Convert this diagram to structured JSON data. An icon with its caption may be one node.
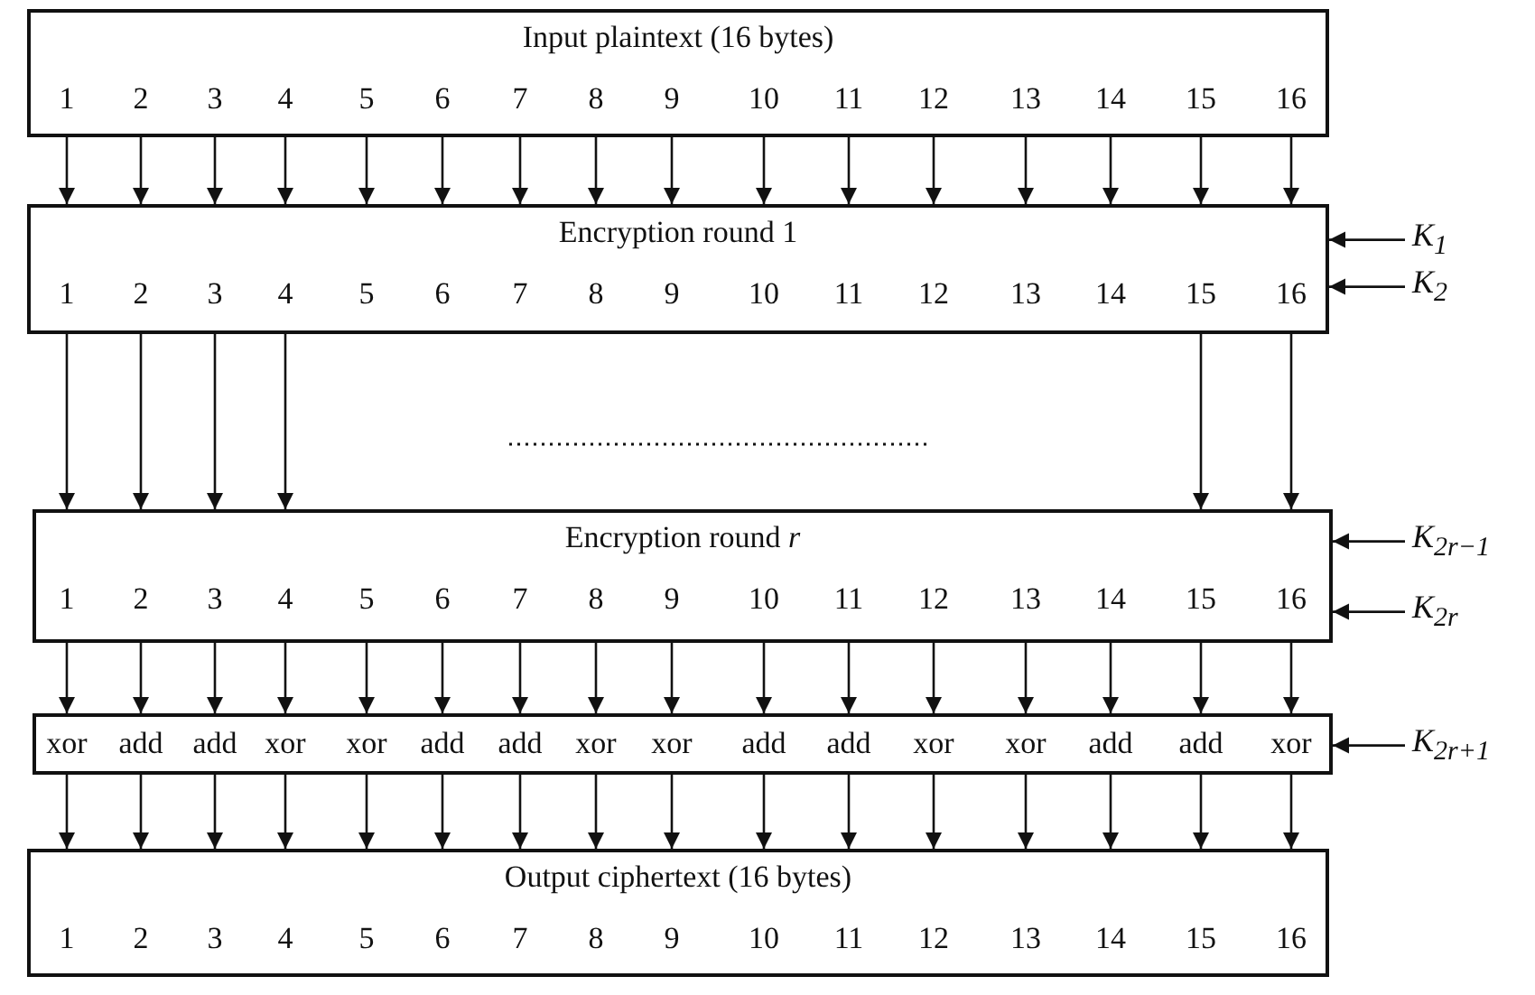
{
  "diagram": {
    "nodes": [
      {
        "text": [
          "Input plaintext (16 bytes)"
        ]
      },
      {
        "text": [
          "1"
        ],
        "in": 0
      },
      {
        "text": [
          "2"
        ],
        "in": 0
      },
      {
        "text": [
          "3"
        ],
        "in": 0
      },
      {
        "text": [
          "4"
        ],
        "in": 0
      },
      {
        "text": [
          "5"
        ],
        "in": 0
      },
      {
        "text": [
          "6"
        ],
        "in": 0
      },
      {
        "text": [
          "7"
        ],
        "in": 0
      },
      {
        "text": [
          "8"
        ],
        "in": 0
      },
      {
        "text": [
          "9"
        ],
        "in": 0
      },
      {
        "text": [
          "10"
        ],
        "in": 0
      },
      {
        "text": [
          "11"
        ],
        "in": 0
      },
      {
        "text": [
          "12"
        ],
        "in": 0
      },
      {
        "text": [
          "13"
        ],
        "in": 0
      },
      {
        "text": [
          "14"
        ],
        "in": 0
      },
      {
        "text": [
          "15"
        ],
        "in": 0
      },
      {
        "text": [
          "16"
        ],
        "in": 0
      },
      {
        "text": [
          "Encryption round 1"
        ]
      },
      {
        "text": [
          "1"
        ],
        "in": 17
      },
      {
        "text": [
          "2"
        ],
        "in": 17
      },
      {
        "text": [
          "3"
        ],
        "in": 17
      },
      {
        "text": [
          "4"
        ],
        "in": 17
      },
      {
        "text": [
          "5"
        ],
        "in": 17
      },
      {
        "text": [
          "6"
        ],
        "in": 17
      },
      {
        "text": [
          "7"
        ],
        "in": 17
      },
      {
        "text": [
          "8"
        ],
        "in": 17
      },
      {
        "text": [
          "9"
        ],
        "in": 17
      },
      {
        "text": [
          "10"
        ],
        "in": 17
      },
      {
        "text": [
          "11"
        ],
        "in": 17
      },
      {
        "text": [
          "12"
        ],
        "in": 17
      },
      {
        "text": [
          "13"
        ],
        "in": 17
      },
      {
        "text": [
          "14"
        ],
        "in": 17
      },
      {
        "text": [
          "15"
        ],
        "in": 17
      },
      {
        "text": [
          "16"
        ],
        "in": 17
      },
      {
        "text": [
          "Encryption round *r*"
        ]
      },
      {
        "text": [
          "1"
        ],
        "in": 34
      },
      {
        "text": [
          "2"
        ],
        "in": 34
      },
      {
        "text": [
          "3"
        ],
        "in": 34
      },
      {
        "text": [
          "4"
        ],
        "in": 34
      },
      {
        "text": [
          "5"
        ],
        "in": 34
      },
      {
        "text": [
          "6"
        ],
        "in": 34
      },
      {
        "text": [
          "7"
        ],
        "in": 34
      },
      {
        "text": [
          "8"
        ],
        "in": 34
      },
      {
        "text": [
          "9"
        ],
        "in": 34
      },
      {
        "text": [
          "10"
        ],
        "in": 34
      },
      {
        "text": [
          "11"
        ],
        "in": 34
      },
      {
        "text": [
          "12"
        ],
        "in": 34
      },
      {
        "text": [
          "13"
        ],
        "in": 34
      },
      {
        "text": [
          "14"
        ],
        "in": 34
      },
      {
        "text": [
          "15"
        ],
        "in": 34
      },
      {
        "text": [
          "16"
        ],
        "in": 34
      },
      {
        "text": [],
        "shape": "box"
      },
      {
        "text": [
          "xor"
        ],
        "in": 51
      },
      {
        "text": [
          "add"
        ],
        "in": 51
      },
      {
        "text": [
          "add"
        ],
        "in": 51
      },
      {
        "text": [
          "xor"
        ],
        "in": 51
      },
      {
        "text": [
          "xor"
        ],
        "in": 51
      },
      {
        "text": [
          "add"
        ],
        "in": 51
      },
      {
        "text": [
          "add"
        ],
        "in": 51
      },
      {
        "text": [
          "xor"
        ],
        "in": 51
      },
      {
        "text": [
          "xor"
        ],
        "in": 51
      },
      {
        "text": [
          "add"
        ],
        "in": 51
      },
      {
        "text": [
          "add"
        ],
        "in": 51
      },
      {
        "text": [
          "xor"
        ],
        "in": 51
      },
      {
        "text": [
          "xor"
        ],
        "in": 51
      },
      {
        "text": [
          "add"
        ],
        "in": 51
      },
      {
        "text": [
          "add"
        ],
        "in": 51
      },
      {
        "text": [
          "xor"
        ],
        "in": 51
      },
      {
        "text": [
          "Output ciphertext (16 bytes)"
        ]
      },
      {
        "text": [
          "1"
        ],
        "in": 68
      },
      {
        "text": [
          "2"
        ],
        "in": 68
      },
      {
        "text": [
          "3"
        ],
        "in": 68
      },
      {
        "text": [
          "4"
        ],
        "in": 68
      },
      {
        "text": [
          "5"
        ],
        "in": 68
      },
      {
        "text": [
          "6"
        ],
        "in": 68
      },
      {
        "text": [
          "7"
        ],
        "in": 68
      },
      {
        "text": [
          "8"
        ],
        "in": 68
      },
      {
        "text": [
          "9"
        ],
        "in": 68
      },
      {
        "text": [
          "10"
        ],
        "in": 68
      },
      {
        "text": [
          "11"
        ],
        "in": 68
      },
      {
        "text": [
          "12"
        ],
        "in": 68
      },
      {
        "text": [
          "13"
        ],
        "in": 68
      },
      {
        "text": [
          "14"
        ],
        "in": 68
      },
      {
        "text": [
          "15"
        ],
        "in": 68
      },
      {
        "text": [
          "16"
        ],
        "in": 68
      },
      {
        "text": [
          "K$_{1}$"
        ]
      },
      {
        "text": [
          "K$_{2}$"
        ]
      },
      {
        "text": [
          "K$_{2r−1}$"
        ]
      },
      {
        "text": [
          "K$_{2r}$"
        ]
      },
      {
        "text": [
          "K$_{2r+1}$"
        ]
      }
    ],
    "edges": [
      {
        "from": 1,
        "to": 18,
        "arrow": "to"
      },
      {
        "from": 2,
        "to": 19,
        "arrow": "to"
      },
      {
        "from": 3,
        "to": 20,
        "arrow": "to"
      },
      {
        "from": 4,
        "to": 21,
        "arrow": "to"
      },
      {
        "from": 5,
        "to": 22,
        "arrow": "to"
      },
      {
        "from": 6,
        "to": 23,
        "arrow": "to"
      },
      {
        "from": 7,
        "to": 24,
        "arrow": "to"
      },
      {
        "from": 8,
        "to": 25,
        "arrow": "to"
      },
      {
        "from": 9,
        "to": 26,
        "arrow": "to"
      },
      {
        "from": 10,
        "to": 27,
        "arrow": "to"
      },
      {
        "from": 11,
        "to": 28,
        "arrow": "to"
      },
      {
        "from": 12,
        "to": 29,
        "arrow": "to"
      },
      {
        "from": 13,
        "to": 30,
        "arrow": "to"
      },
      {
        "from": 14,
        "to": 31,
        "arrow": "to"
      },
      {
        "from": 15,
        "to": 32,
        "arrow": "to"
      },
      {
        "from": 16,
        "to": 33,
        "arrow": "to"
      },
      {
        "from": 18,
        "to": 35,
        "arrow": "to"
      },
      {
        "from": 19,
        "to": 36,
        "arrow": "to"
      },
      {
        "from": 20,
        "to": 37,
        "arrow": "to"
      },
      {
        "from": 21,
        "to": 38,
        "arrow": "to"
      },
      {
        "from": 32,
        "to": 49,
        "arrow": "to"
      },
      {
        "from": 33,
        "to": 50,
        "arrow": "to"
      },
      {
        "from": 35,
        "to": 52,
        "arrow": "to"
      },
      {
        "from": 36,
        "to": 53,
        "arrow": "to"
      },
      {
        "from": 37,
        "to": 54,
        "arrow": "to"
      },
      {
        "from": 38,
        "to": 55,
        "arrow": "to"
      },
      {
        "from": 39,
        "to": 56,
        "arrow": "to"
      },
      {
        "from": 40,
        "to": 57,
        "arrow": "to"
      },
      {
        "from": 41,
        "to": 58,
        "arrow": "to"
      },
      {
        "from": 42,
        "to": 59,
        "arrow": "to"
      },
      {
        "from": 43,
        "to": 60,
        "arrow": "to"
      },
      {
        "from": 44,
        "to": 61,
        "arrow": "to"
      },
      {
        "from": 45,
        "to": 62,
        "arrow": "to"
      },
      {
        "from": 46,
        "to": 63,
        "arrow": "to"
      },
      {
        "from": 47,
        "to": 64,
        "arrow": "to"
      },
      {
        "from": 48,
        "to": 65,
        "arrow": "to"
      },
      {
        "from": 49,
        "to": 66,
        "arrow": "to"
      },
      {
        "from": 50,
        "to": 67,
        "arrow": "to"
      },
      {
        "from": 52,
        "to": 69,
        "arrow": "to"
      },
      {
        "from": 53,
        "to": 70,
        "arrow": "to"
      },
      {
        "from": 54,
        "to": 71,
        "arrow": "to"
      },
      {
        "from": 55,
        "to": 72,
        "arrow": "to"
      },
      {
        "from": 56,
        "to": 73,
        "arrow": "to"
      },
      {
        "from": 57,
        "to": 74,
        "arrow": "to"
      },
      {
        "from": 58,
        "to": 75,
        "arrow": "to"
      },
      {
        "from": 59,
        "to": 76,
        "arrow": "to"
      },
      {
        "from": 60,
        "to": 77,
        "arrow": "to"
      },
      {
        "from": 61,
        "to": 78,
        "arrow": "to"
      },
      {
        "from": 62,
        "to": 79,
        "arrow": "to"
      },
      {
        "from": 63,
        "to": 80,
        "arrow": "to"
      },
      {
        "from": 64,
        "to": 81,
        "arrow": "to"
      },
      {
        "from": 65,
        "to": 82,
        "arrow": "to"
      },
      {
        "from": 66,
        "to": 83,
        "arrow": "to"
      },
      {
        "from": 67,
        "to": 84,
        "arrow": "to"
      },
      {
        "from": 85,
        "to": 17,
        "arrow": "to"
      },
      {
        "from": 86,
        "to": 17,
        "arrow": "to"
      },
      {
        "from": 87,
        "to": 34,
        "arrow": "to"
      },
      {
        "from": 88,
        "to": 34,
        "arrow": "to"
      },
      {
        "from": 89,
        "to": 51,
        "arrow": "to"
      }
    ]
  }
}
